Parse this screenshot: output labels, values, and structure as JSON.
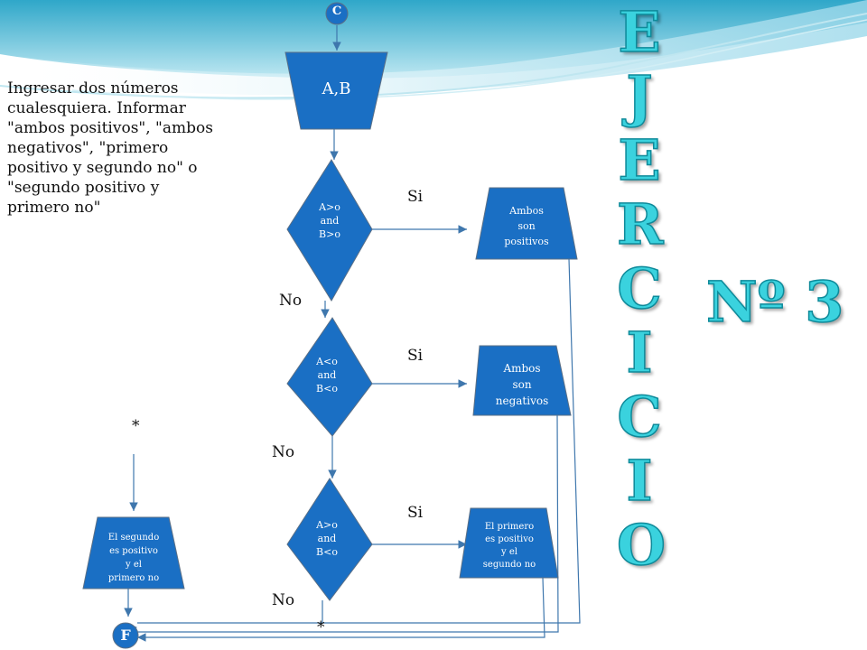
{
  "description": "Ingresar dos números cualesquiera. Informar \"ambos positivos\", \"ambos negativos\", \"primero positivo y segundo no\" o \"segundo positivo y primero no\"",
  "title_letters": [
    "E",
    "J",
    "E",
    "R",
    "C",
    "I",
    "C",
    "I",
    "O"
  ],
  "number_label": "Nº 3",
  "nodes": {
    "start": "C",
    "input": "A,B",
    "cond1": [
      "A>o",
      "and",
      "B>o"
    ],
    "cond2": [
      "A<o",
      "and",
      "B<o"
    ],
    "cond3": [
      "A>o",
      "and",
      "B<o"
    ],
    "out1": [
      "Ambos",
      "son",
      "positivos"
    ],
    "out2": [
      "Ambos",
      "son",
      "negativos"
    ],
    "out3": [
      "El primero",
      "es positivo",
      "y el",
      "segundo no"
    ],
    "out4": [
      "El  segundo",
      "es positivo",
      "y el",
      "primero no"
    ],
    "end": "F"
  },
  "branch_labels": {
    "yes": "Si",
    "no": "No"
  },
  "connector": "*",
  "colors": {
    "shape_fill": "#1a6fc4",
    "shape_stroke": "#5a6f86",
    "arrow": "#3f77ad",
    "title": "#3ad2de"
  }
}
